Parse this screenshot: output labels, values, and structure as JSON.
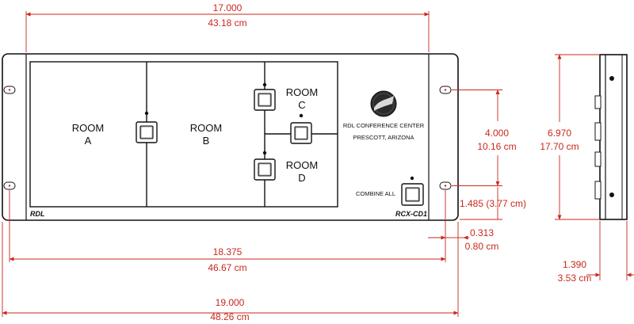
{
  "panel": {
    "rooms": {
      "a_name": "ROOM",
      "a_letter": "A",
      "b_name": "ROOM",
      "b_letter": "B",
      "c_name": "ROOM",
      "c_letter": "C",
      "d_name": "ROOM",
      "d_letter": "D"
    },
    "center_name": "RDL CONFERENCE CENTER",
    "center_location": "PRESCOTT, ARIZONA",
    "combine_label": "COMBINE ALL",
    "brand": "RDL",
    "model": "RCX-CD1"
  },
  "dimensions": {
    "top_in": "17.000",
    "top_cm": "43.18 cm",
    "mount_width_in": "18.375",
    "mount_width_cm": "46.67 cm",
    "overall_width_in": "19.000",
    "overall_width_cm": "48.26 cm",
    "hole_spacing_in": "4.000",
    "hole_spacing_cm": "10.16 cm",
    "hole_offset": "1.485 (3.77 cm)",
    "edge_in": "0.313",
    "edge_cm": "0.80 cm",
    "height_in": "6.970",
    "height_cm": "17.70 cm",
    "depth_in": "1.390",
    "depth_cm": "3.53 cm"
  },
  "colors": {
    "dimension": "#c8281e",
    "panel_line": "#111111"
  }
}
